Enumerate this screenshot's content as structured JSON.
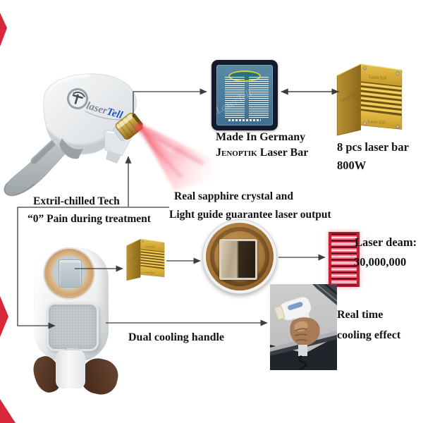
{
  "device": {
    "logo_grey": "laser",
    "logo_blue": "Tell",
    "watermark": "LaserTell"
  },
  "annotations": {
    "germany": {
      "line1": "Made In Germany",
      "brand": "Jenoptik",
      "brand_rest": " Laser Bar"
    },
    "laser_bar": {
      "line1": "8 pcs laser bar",
      "line2": "800W"
    },
    "chill": {
      "line1": "Extril-chilled Tech",
      "line2": "“0” Pain during treatment"
    },
    "sapphire": {
      "line1": "Real sapphire crystal and",
      "line2": "Light guide guarantee laser output"
    },
    "beam": {
      "line1": "Laser deam:",
      "line2": "30,000,000"
    },
    "cooling": {
      "line1": "Dual cooling handle"
    },
    "realtime": {
      "line1": "Real time cooling effect"
    }
  },
  "colors": {
    "gold": "#d8a930",
    "beam_red": "#f5506e",
    "grid_red": "#c2202e",
    "board_blue": "#4b7fa0",
    "logo_blue": "#2553cf",
    "line": "#3c3c3c"
  }
}
